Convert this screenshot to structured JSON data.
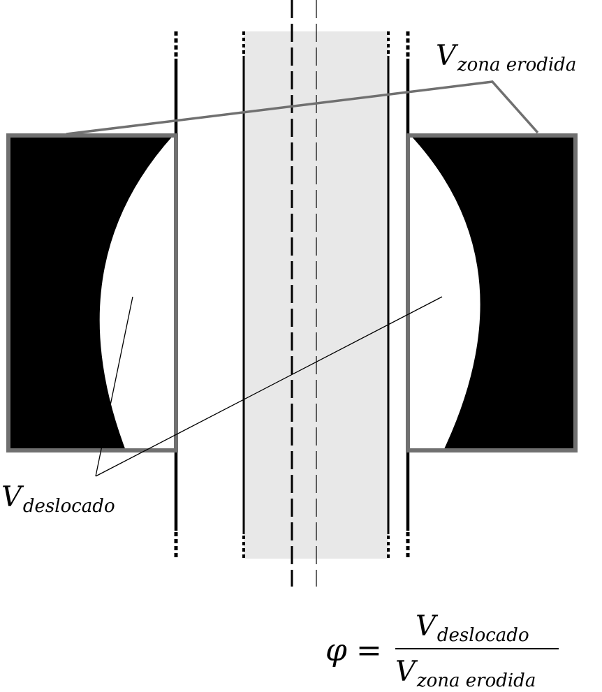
{
  "labels": {
    "eroded_zone": {
      "main": "V",
      "sub": "zona erodida"
    },
    "displaced": {
      "main": "V",
      "sub": "deslocado"
    }
  },
  "formula": {
    "lhs": "φ",
    "equals": "=",
    "numerator": {
      "main": "V",
      "sub": "deslocado"
    },
    "denominator": {
      "main": "V",
      "sub": "zona erodida"
    }
  },
  "colors": {
    "pipe_fill": "#e8e8e8",
    "frame_stroke": "#707070",
    "solid": "#000000",
    "background": "#ffffff"
  }
}
